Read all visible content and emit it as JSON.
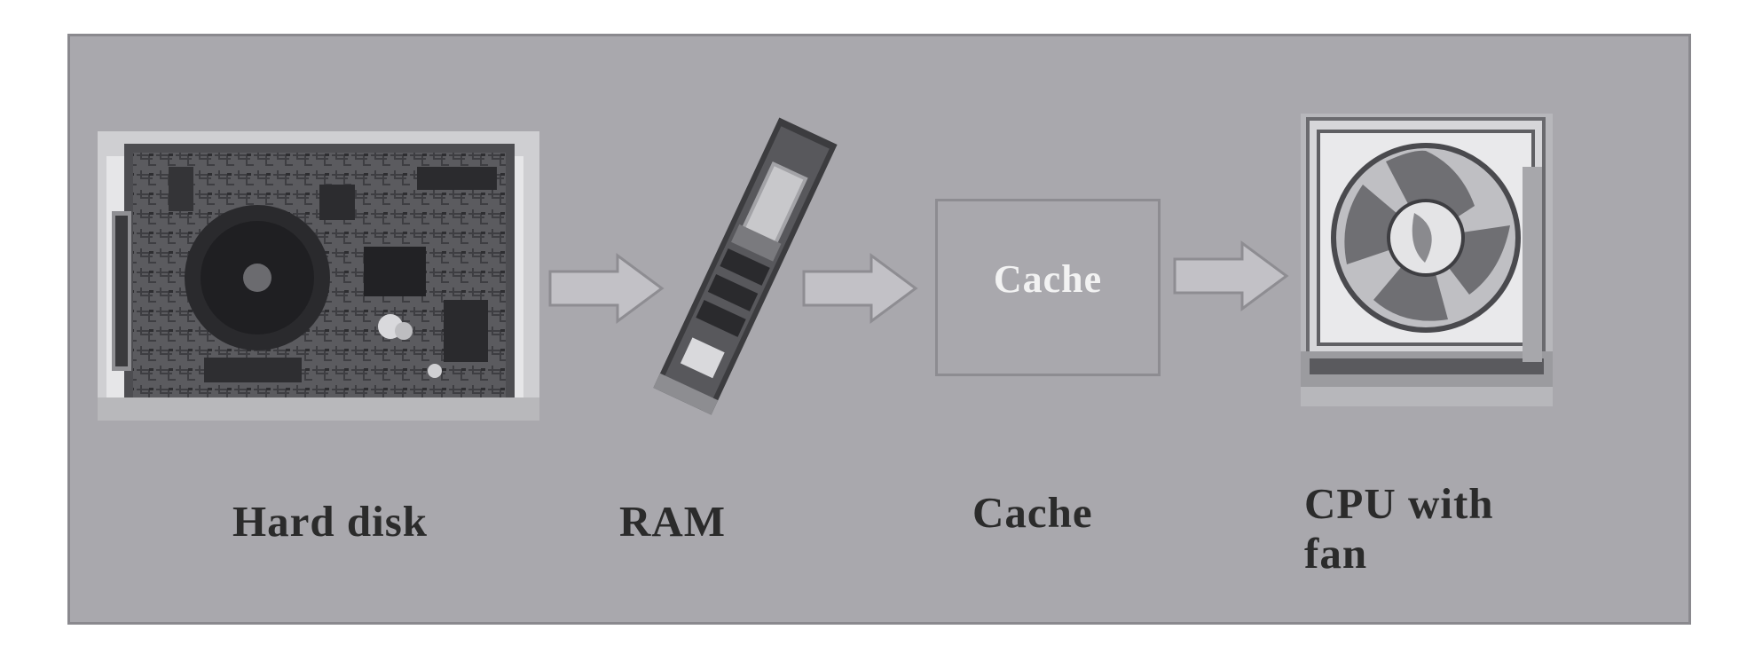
{
  "diagram": {
    "cache_box_label": "Cache",
    "stages": [
      {
        "id": "hard-disk",
        "label": "Hard disk"
      },
      {
        "id": "ram",
        "label": "RAM"
      },
      {
        "id": "cache",
        "label": "Cache"
      },
      {
        "id": "cpu",
        "label": "CPU with fan"
      }
    ],
    "colors": {
      "panel": "#a9a8ad",
      "arrow_fill": "#c2c1c6",
      "arrow_stroke": "#8e8d92",
      "label_text": "#2b2b2b",
      "box_text": "#f2f2f2"
    },
    "icons": [
      "hard-disk-photo",
      "ram-module-photo",
      "cpu-fan-photo",
      "right-arrow-icon"
    ]
  }
}
